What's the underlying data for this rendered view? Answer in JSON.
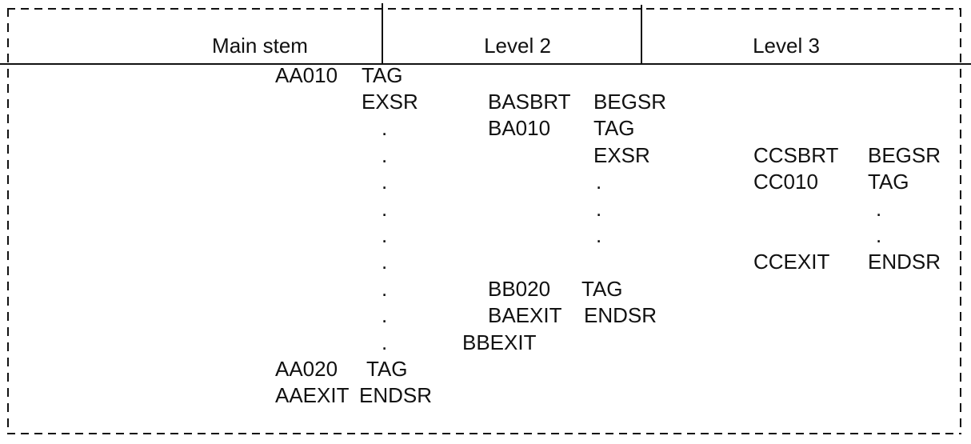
{
  "colors": {
    "ink": "#111111",
    "background": "#ffffff"
  },
  "header": {
    "columns": [
      {
        "label": "Main stem"
      },
      {
        "label": "Level 2"
      },
      {
        "label": "Level 3"
      }
    ]
  },
  "listing": {
    "rows": [
      {
        "main_label": "AA010",
        "main_op": "TAG"
      },
      {
        "main_op": "EXSR",
        "l2_label": "BASBRT",
        "l2_op": "BEGSR"
      },
      {
        "main_dot": ".",
        "l2_label": "BA010",
        "l2_op": "TAG"
      },
      {
        "main_dot": ".",
        "l2_op": "EXSR",
        "l3_label": "CCSBRT",
        "l3_op": "BEGSR"
      },
      {
        "main_dot": ".",
        "l2_dot": ".",
        "l3_label": "CC010",
        "l3_op": "TAG"
      },
      {
        "main_dot": ".",
        "l2_dot": ".",
        "l3_dot": "."
      },
      {
        "main_dot": ".",
        "l2_dot": ".",
        "l3_dot": "."
      },
      {
        "main_dot": ".",
        "l3_label": "CCEXIT",
        "l3_op": "ENDSR"
      },
      {
        "main_dot": ".",
        "l2_label": "BB020",
        "l2_op": "TAG"
      },
      {
        "main_dot": ".",
        "l2_label": "BAEXIT",
        "l2_op": "ENDSR"
      },
      {
        "main_dot": ".",
        "l2_label": "BBEXIT"
      },
      {
        "main_label": "AA020",
        "main_op": "TAG"
      },
      {
        "main_label": "AAEXIT",
        "main_op": "ENDSR"
      }
    ]
  }
}
